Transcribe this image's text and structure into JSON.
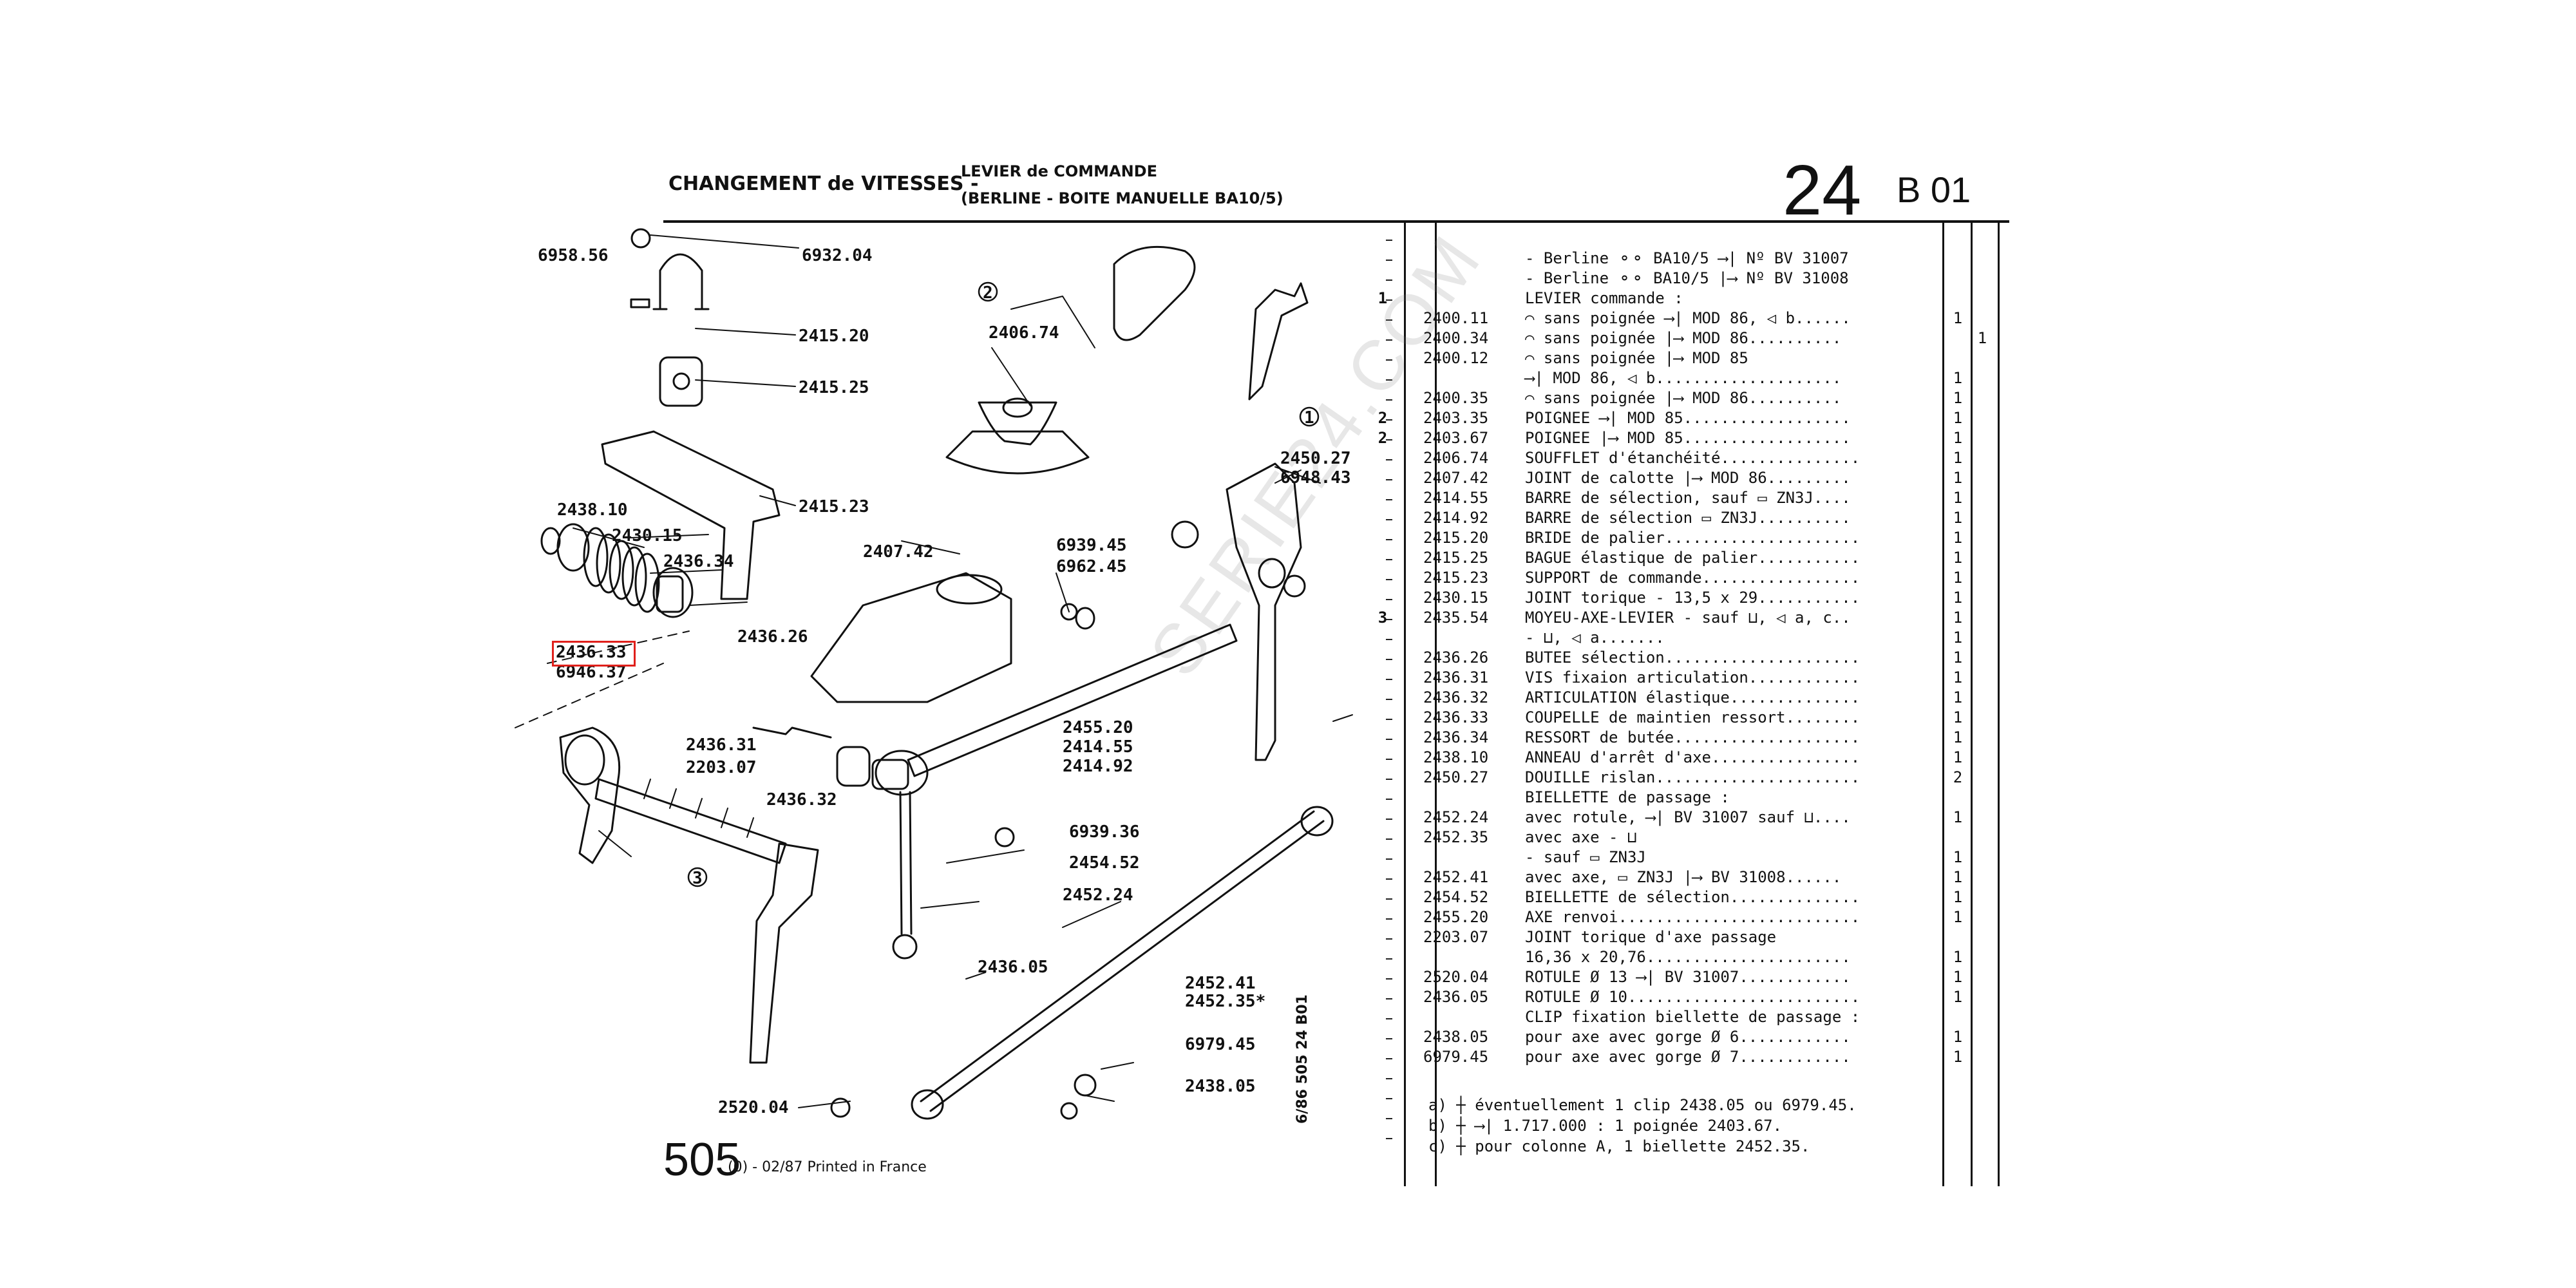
{
  "header": {
    "title": "CHANGEMENT de VITESSES -",
    "subtitle_line1": "LEVIER de COMMANDE",
    "subtitle_line2": "(BERLINE - BOITE MANUELLE BA10/5)",
    "section_number": "24",
    "section_code": "B 01"
  },
  "footer": {
    "model": "505",
    "edition": "(0) - 02/87 Printed in France",
    "vertical_ref": "6/86 505 24 B01"
  },
  "watermark": "SERIE24.COM",
  "highlight_ref": "2436.33",
  "diagram_labels": {
    "l_6958_56": "6958.56",
    "l_6932_04": "6932.04",
    "l_2415_20": "2415.20",
    "l_2415_25": "2415.25",
    "l_2415_23": "2415.23",
    "l_2438_10": "2438.10",
    "l_2430_15": "2430.15",
    "l_2436_34": "2436.34",
    "l_2436_33": "2436.33",
    "l_6946_37": "6946.37",
    "l_2436_26": "2436.26",
    "l_2406_74": "2406.74",
    "l_2407_42": "2407.42",
    "l_2450_27": "2450.27",
    "l_6948_43": "6948.43",
    "l_6939_45": "6939.45",
    "l_6962_45": "6962.45",
    "l_2436_31": "2436.31",
    "l_2203_07": "2203.07",
    "l_2436_32": "2436.32",
    "l_2455_20": "2455.20",
    "l_2414_55": "2414.55",
    "l_2414_92": "2414.92",
    "l_6939_36": "6939.36",
    "l_2454_52": "2454.52",
    "l_2452_24": "2452.24",
    "l_2436_05": "2436.05",
    "l_2452_41": "2452.41",
    "l_2452_35": "2452.35*",
    "l_6979_45": "6979.45",
    "l_2438_05": "2438.05",
    "l_2520_04": "2520.04",
    "c1": "1",
    "c2": "2",
    "c3": "3"
  },
  "parts": [
    {
      "no": "",
      "ref": "",
      "desc": "- Berline ⚬⚬ BA10/5 ⟶| Nº BV 31007",
      "q1": "",
      "q2": ""
    },
    {
      "no": "",
      "ref": "",
      "desc": "- Berline ⚬⚬ BA10/5 |⟶ Nº BV 31008",
      "q1": "",
      "q2": ""
    },
    {
      "no": "1",
      "ref": "",
      "desc": "LEVIER commande :",
      "q1": "",
      "q2": ""
    },
    {
      "no": "",
      "ref": "2400.11",
      "desc": "⌒ sans poignée ⟶| MOD 86, ◁ b......",
      "q1": "1",
      "q2": ""
    },
    {
      "no": "",
      "ref": "2400.34",
      "desc": "⌒ sans poignée |⟶ MOD 86..........",
      "q1": "",
      "q2": "1"
    },
    {
      "no": "",
      "ref": "2400.12",
      "desc": "⌒ sans poignée |⟶ MOD 85",
      "q1": "",
      "q2": ""
    },
    {
      "no": "",
      "ref": "",
      "desc": "⟶| MOD 86, ◁ b....................",
      "q1": "1",
      "q2": ""
    },
    {
      "no": "",
      "ref": "2400.35",
      "desc": "⌒ sans poignée |⟶ MOD 86..........",
      "q1": "1",
      "q2": ""
    },
    {
      "no": "2",
      "ref": "2403.35",
      "desc": "POIGNEE ⟶| MOD 85..................",
      "q1": "1",
      "q2": ""
    },
    {
      "no": "2",
      "ref": "2403.67",
      "desc": "POIGNEE |⟶ MOD 85..................",
      "q1": "1",
      "q2": ""
    },
    {
      "no": "",
      "ref": "2406.74",
      "desc": "SOUFFLET d'étanchéité...............",
      "q1": "1",
      "q2": ""
    },
    {
      "no": "",
      "ref": "2407.42",
      "desc": "JOINT de calotte |⟶ MOD 86.........",
      "q1": "1",
      "q2": ""
    },
    {
      "no": "",
      "ref": "2414.55",
      "desc": "BARRE de sélection, sauf ▭ ZN3J....",
      "q1": "1",
      "q2": ""
    },
    {
      "no": "",
      "ref": "2414.92",
      "desc": "BARRE de sélection ▭ ZN3J..........",
      "q1": "1",
      "q2": ""
    },
    {
      "no": "",
      "ref": "2415.20",
      "desc": "BRIDE de palier.....................",
      "q1": "1",
      "q2": ""
    },
    {
      "no": "",
      "ref": "2415.25",
      "desc": "BAGUE élastique de palier...........",
      "q1": "1",
      "q2": ""
    },
    {
      "no": "",
      "ref": "2415.23",
      "desc": "SUPPORT de commande.................",
      "q1": "1",
      "q2": ""
    },
    {
      "no": "",
      "ref": "2430.15",
      "desc": "JOINT torique - 13,5 x 29...........",
      "q1": "1",
      "q2": ""
    },
    {
      "no": "3",
      "ref": "2435.54",
      "desc": "MOYEU-AXE-LEVIER - sauf ⊔, ◁ a, c..",
      "q1": "1",
      "q2": ""
    },
    {
      "no": "",
      "ref": "",
      "desc": "- ⊔, ◁ a.......",
      "q1": "1",
      "q2": ""
    },
    {
      "no": "",
      "ref": "2436.26",
      "desc": "BUTEE sélection.....................",
      "q1": "1",
      "q2": ""
    },
    {
      "no": "",
      "ref": "2436.31",
      "desc": "VIS fixaion articulation............",
      "q1": "1",
      "q2": ""
    },
    {
      "no": "",
      "ref": "2436.32",
      "desc": "ARTICULATION élastique..............",
      "q1": "1",
      "q2": ""
    },
    {
      "no": "",
      "ref": "2436.33",
      "desc": "COUPELLE de maintien ressort........",
      "q1": "1",
      "q2": ""
    },
    {
      "no": "",
      "ref": "2436.34",
      "desc": "RESSORT de butée....................",
      "q1": "1",
      "q2": ""
    },
    {
      "no": "",
      "ref": "2438.10",
      "desc": "ANNEAU d'arrêt d'axe................",
      "q1": "1",
      "q2": ""
    },
    {
      "no": "",
      "ref": "2450.27",
      "desc": "DOUILLE rislan......................",
      "q1": "2",
      "q2": ""
    },
    {
      "no": "",
      "ref": "",
      "desc": "BIELLETTE de passage :",
      "q1": "",
      "q2": ""
    },
    {
      "no": "",
      "ref": "2452.24",
      "desc": "avec rotule, ⟶| BV 31007 sauf ⊔....",
      "q1": "1",
      "q2": ""
    },
    {
      "no": "",
      "ref": "2452.35",
      "desc": "avec axe - ⊔",
      "q1": "",
      "q2": ""
    },
    {
      "no": "",
      "ref": "",
      "desc": "- sauf ▭ ZN3J",
      "q1": "1",
      "q2": ""
    },
    {
      "no": "",
      "ref": "2452.41",
      "desc": "avec axe, ▭ ZN3J |⟶ BV 31008......",
      "q1": "1",
      "q2": ""
    },
    {
      "no": "",
      "ref": "2454.52",
      "desc": "BIELLETTE de sélection..............",
      "q1": "1",
      "q2": ""
    },
    {
      "no": "",
      "ref": "2455.20",
      "desc": "AXE renvoi..........................",
      "q1": "1",
      "q2": ""
    },
    {
      "no": "",
      "ref": "2203.07",
      "desc": "JOINT torique d'axe passage",
      "q1": "",
      "q2": ""
    },
    {
      "no": "",
      "ref": "",
      "desc": "16,36 x 20,76......................",
      "q1": "1",
      "q2": ""
    },
    {
      "no": "",
      "ref": "2520.04",
      "desc": "ROTULE Ø 13 ⟶| BV 31007............",
      "q1": "1",
      "q2": ""
    },
    {
      "no": "",
      "ref": "2436.05",
      "desc": "ROTULE Ø 10.........................",
      "q1": "1",
      "q2": ""
    },
    {
      "no": "",
      "ref": "",
      "desc": "CLIP fixation biellette de passage :",
      "q1": "",
      "q2": ""
    },
    {
      "no": "",
      "ref": "2438.05",
      "desc": "pour axe avec gorge Ø 6............",
      "q1": "1",
      "q2": ""
    },
    {
      "no": "",
      "ref": "6979.45",
      "desc": "pour axe avec gorge Ø 7............",
      "q1": "1",
      "q2": ""
    }
  ],
  "notes": [
    "a) ┼ éventuellement 1 clip 2438.05 ou 6979.45.",
    "b) ┼ ⟶| 1.717.000 : 1 poignée 2403.67.",
    "c) ┼ pour colonne A, 1 biellette 2452.35."
  ]
}
